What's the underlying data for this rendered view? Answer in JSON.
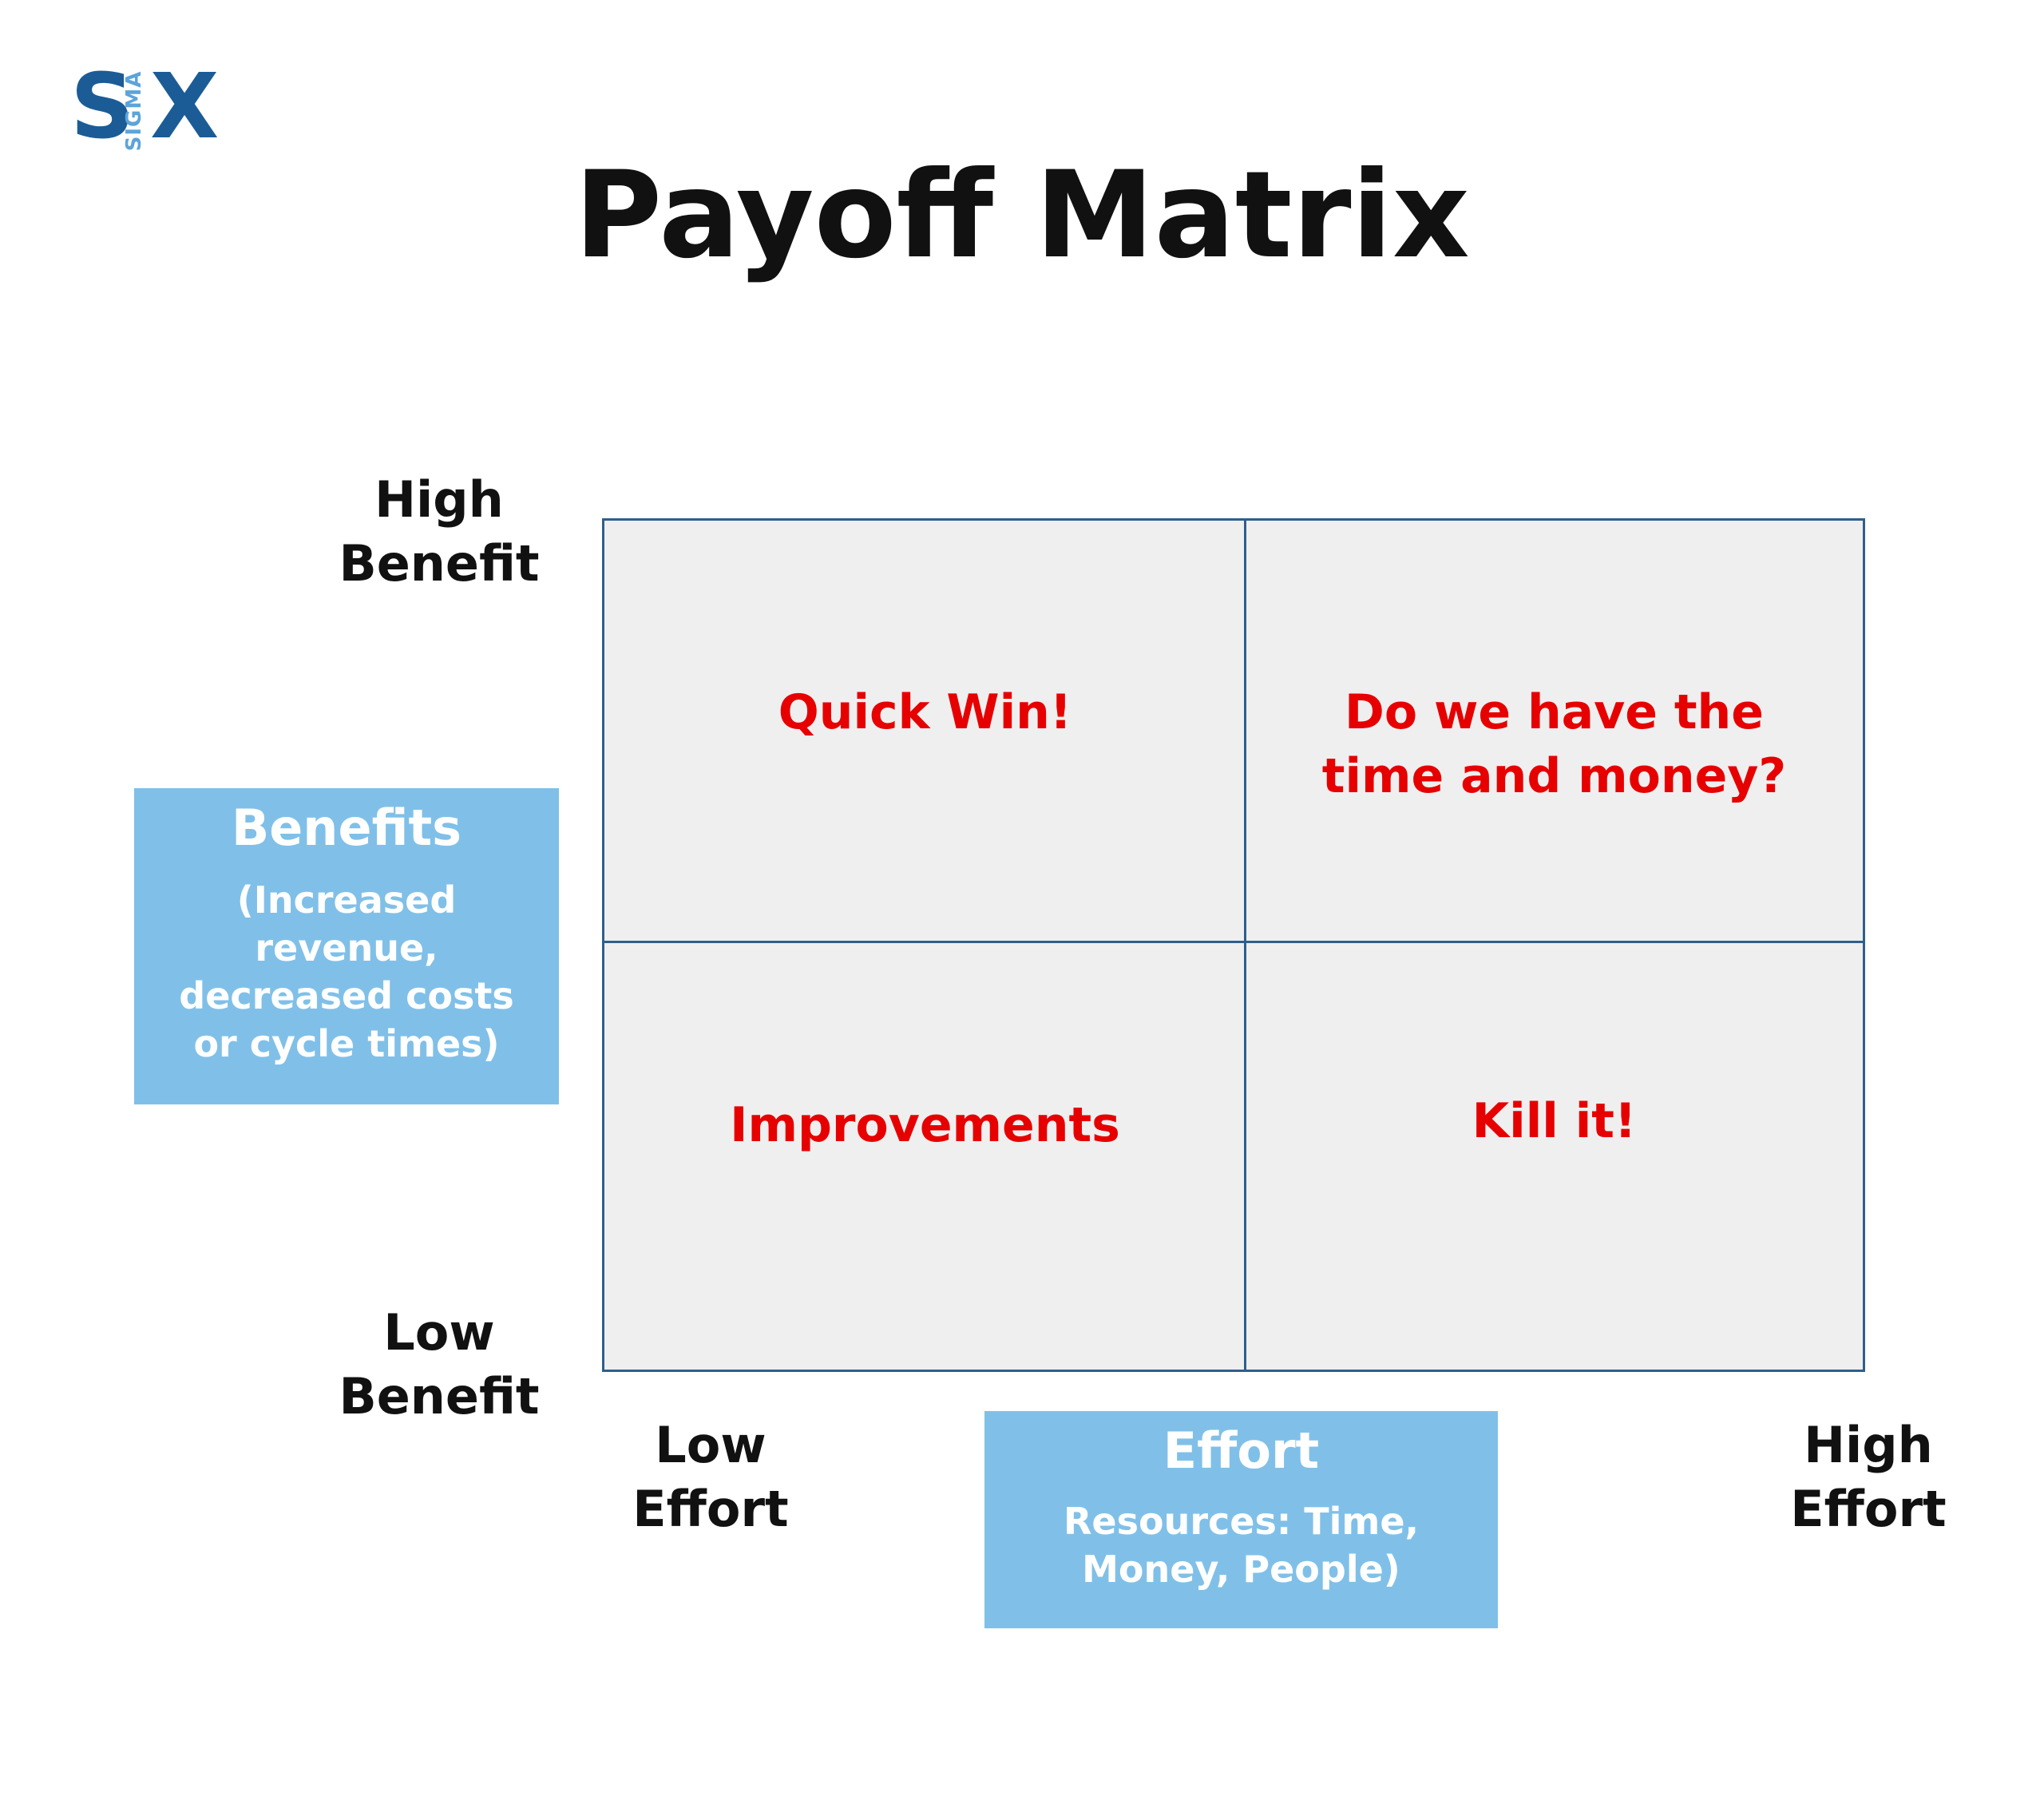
{
  "colors": {
    "logo_blue": "#1b5c96",
    "logo_light": "#5ca4da",
    "box_blue": "#80c0e8",
    "cell_bg": "#efefef",
    "grid_line": "#2e5f8c",
    "label_red": "#e60000"
  },
  "logo": {
    "s": "S",
    "x": "X",
    "sigma": "SIGMA"
  },
  "title": "Payoff Matrix",
  "axes": {
    "high_benefit": "High\nBenefit",
    "low_benefit": "Low\nBenefit",
    "low_effort": "Low\nEffort",
    "high_effort": "High\nEffort"
  },
  "benefits_box": {
    "title": "Benefits",
    "description": "(Increased\nrevenue,\ndecreased costs\nor cycle times)"
  },
  "effort_box": {
    "title": "Effort",
    "description": "Resources: Time,\nMoney, People)"
  },
  "quadrants": {
    "top_left": "Quick Win!",
    "top_right": "Do we have the\ntime and money?",
    "bottom_left": "Improvements",
    "bottom_right": "Kill it!"
  }
}
